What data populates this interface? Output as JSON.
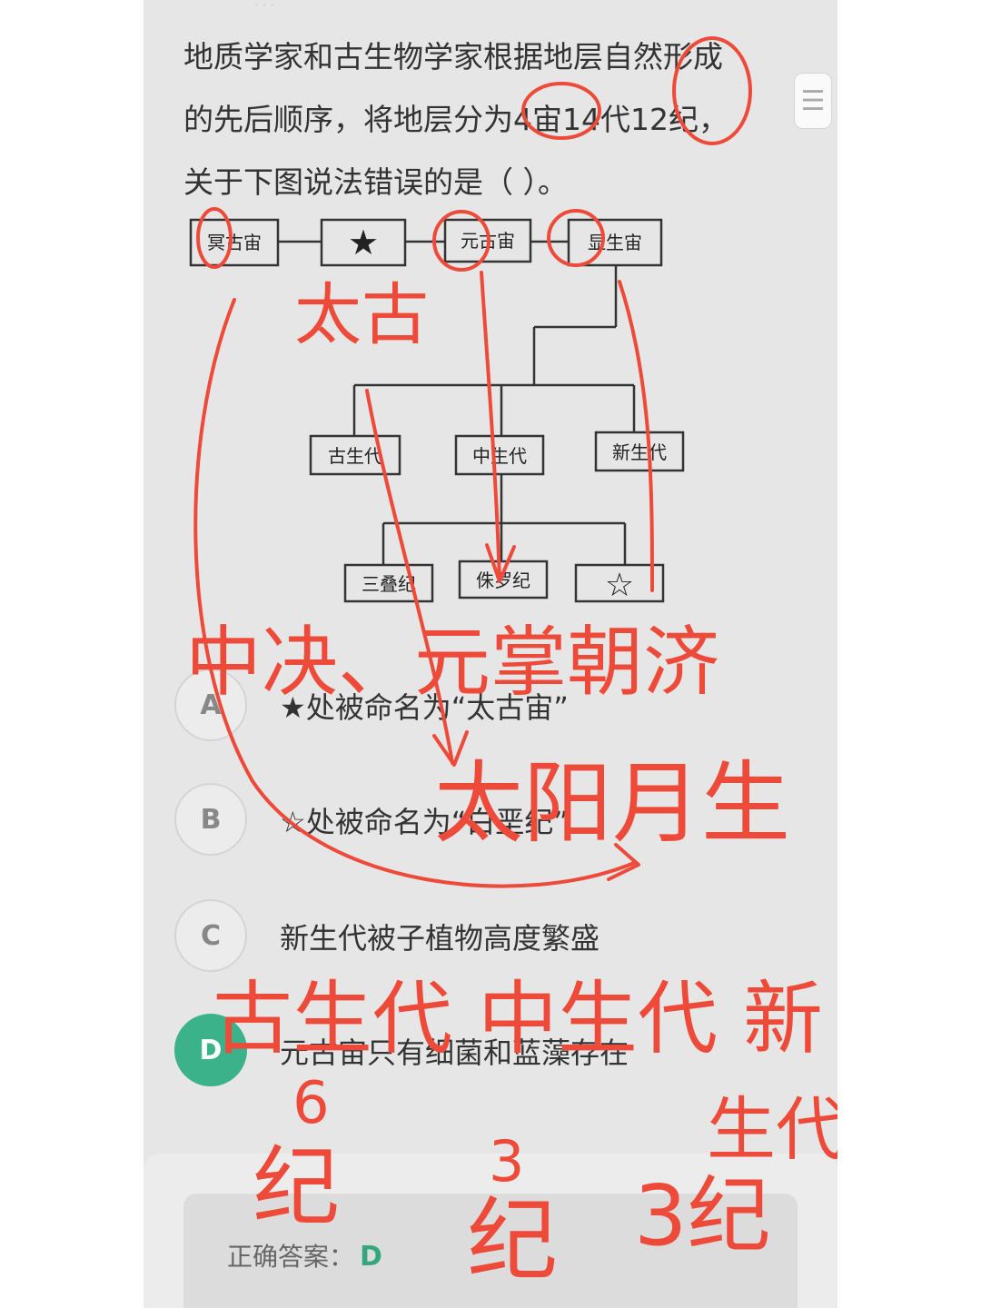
{
  "question": {
    "top_line_partial": "…",
    "lines": [
      "地质学家和古生物学家根据地层自然形成",
      "的先后顺序，将地层分为4宙14代12纪，",
      "关于下图说法错误的是（    ）。"
    ]
  },
  "diagram": {
    "eons": [
      "冥古宙",
      "★",
      "元古宙",
      "显生宙"
    ],
    "eras": [
      "古生代",
      "中生代",
      "新生代"
    ],
    "periods": [
      "三叠纪",
      "侏罗纪",
      "☆"
    ]
  },
  "options": [
    {
      "letter": "A",
      "text": "★处被命名为“太古宙”"
    },
    {
      "letter": "B",
      "text": "☆处被命名为“白垩纪”"
    },
    {
      "letter": "C",
      "text": "新生代被子植物高度繁盛"
    },
    {
      "letter": "D",
      "text": "元古宙只有细菌和蓝藻存在"
    }
  ],
  "selected_option": "D",
  "answer": {
    "label": "正确答案：",
    "value": "D"
  },
  "handwriting": {
    "taigu": "太古",
    "mnemonic1": "中决、元掌朝济",
    "mnemonic2": "太阳月生",
    "eras_line": "古生代 中生代 新",
    "num_left": "6",
    "ji_left": "纪",
    "num_mid": "3",
    "ji_mid": "纪",
    "shengdai": "生代",
    "num_right": "3纪"
  },
  "colors": {
    "annotation": "#ee4a3a",
    "accent": "#3bb28a"
  }
}
